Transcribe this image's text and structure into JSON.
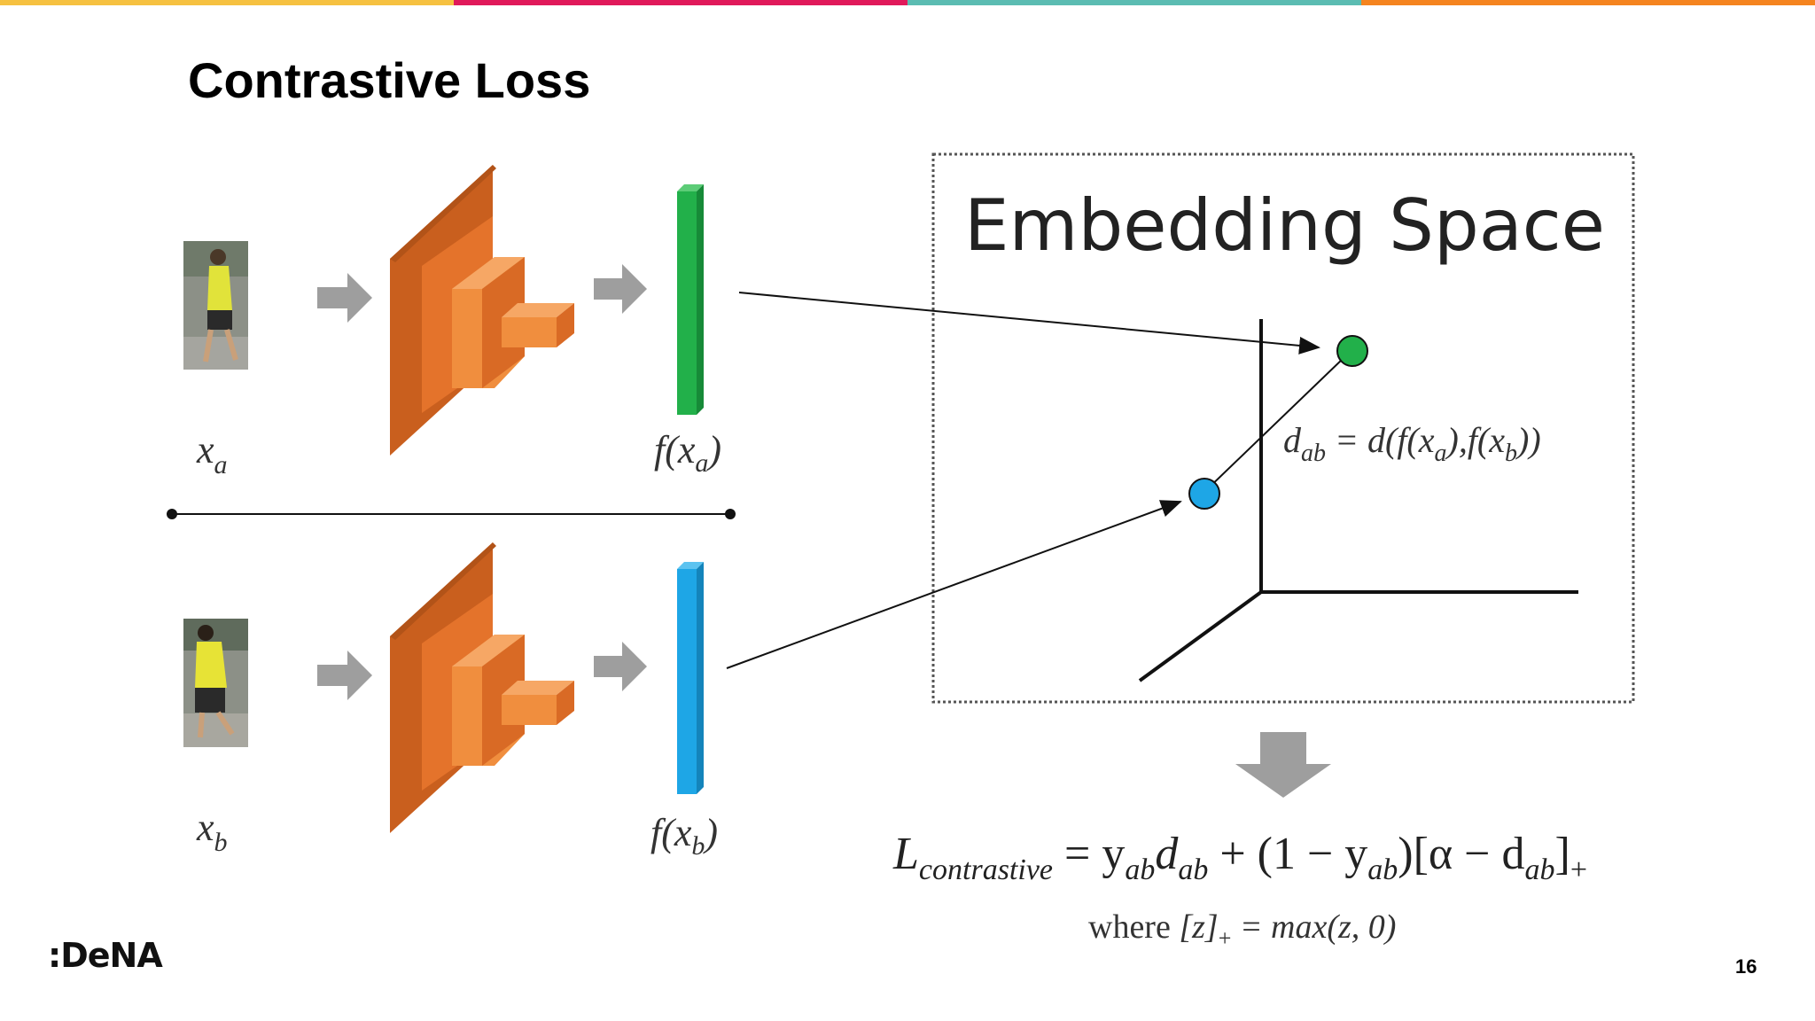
{
  "title": "Contrastive Loss",
  "page_number": "16",
  "logo": ":DeNA",
  "top_bar_colors": [
    "#f6c141",
    "#e0195a",
    "#5bbcb2",
    "#f5841f"
  ],
  "colors": {
    "cnn_dark": "#c95f1e",
    "cnn_mid": "#e4732b",
    "cnn_light": "#f08e3e",
    "embedding_a": "#22b04a",
    "embedding_b": "#1ea6e6",
    "arrow_gray": "#9e9e9e"
  },
  "inputs": {
    "a": {
      "var": "x",
      "sub": "a"
    },
    "b": {
      "var": "x",
      "sub": "b"
    }
  },
  "embeddings": {
    "a": {
      "func": "f(x",
      "sub": "a",
      "close": ")"
    },
    "b": {
      "func": "f(x",
      "sub": "b",
      "close": ")"
    }
  },
  "embedding_space": {
    "title": "Embedding Space",
    "distance": {
      "d": "d",
      "d_sub": "ab",
      "eq": " = d(f(x",
      "a_sub": "a",
      "mid": "),f(x",
      "b_sub": "b",
      "end": "))"
    }
  },
  "formula": {
    "L": "L",
    "L_sub": "contrastive",
    "part1": " = y",
    "y_sub1": "ab",
    "d1": "d",
    "d_sub1": "ab",
    "part2": " + (1 − y",
    "y_sub2": "ab",
    "part3": ")[α − d",
    "d_sub2": "ab",
    "part4": "]",
    "plus_sub": "+"
  },
  "where": {
    "word": "where ",
    "z": "[z]",
    "z_sub": "+",
    "rest": " = max(z, 0)"
  },
  "icons": [
    "person-photo-icon",
    "arrow-right-icon",
    "arrow-down-icon"
  ]
}
